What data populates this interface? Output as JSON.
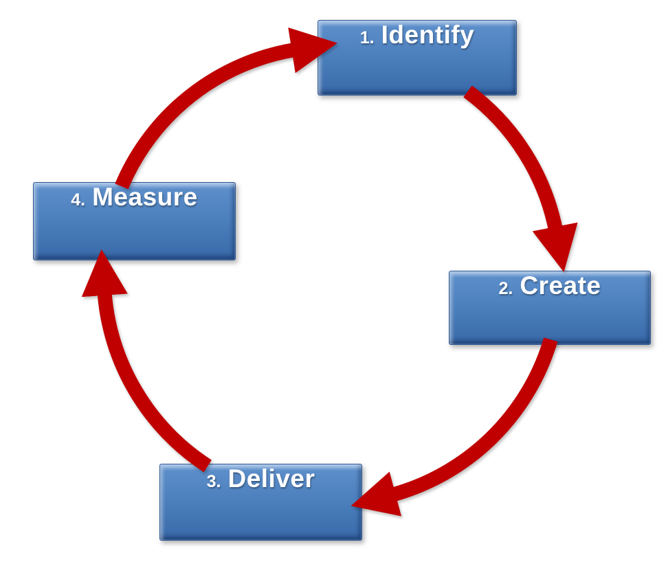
{
  "diagram": {
    "type": "cycle",
    "background_color": "#FFFFFF",
    "colors": {
      "arrow": "#C00000",
      "box_gradient_top": "#78A3D8",
      "box_gradient_mid": "#4A7EBB",
      "box_gradient_bottom": "#33609D",
      "box_border": "#2B5792",
      "text": "#FFFFFF"
    },
    "steps": [
      {
        "number": "1.",
        "label": "Identify"
      },
      {
        "number": "2.",
        "label": "Create"
      },
      {
        "number": "3.",
        "label": "Deliver"
      },
      {
        "number": "4.",
        "label": "Measure"
      }
    ],
    "edges": [
      {
        "from": "1. Identify",
        "to": "2. Create"
      },
      {
        "from": "2. Create",
        "to": "3. Deliver"
      },
      {
        "from": "3. Deliver",
        "to": "4. Measure"
      },
      {
        "from": "4. Measure",
        "to": "1. Identify"
      }
    ]
  }
}
